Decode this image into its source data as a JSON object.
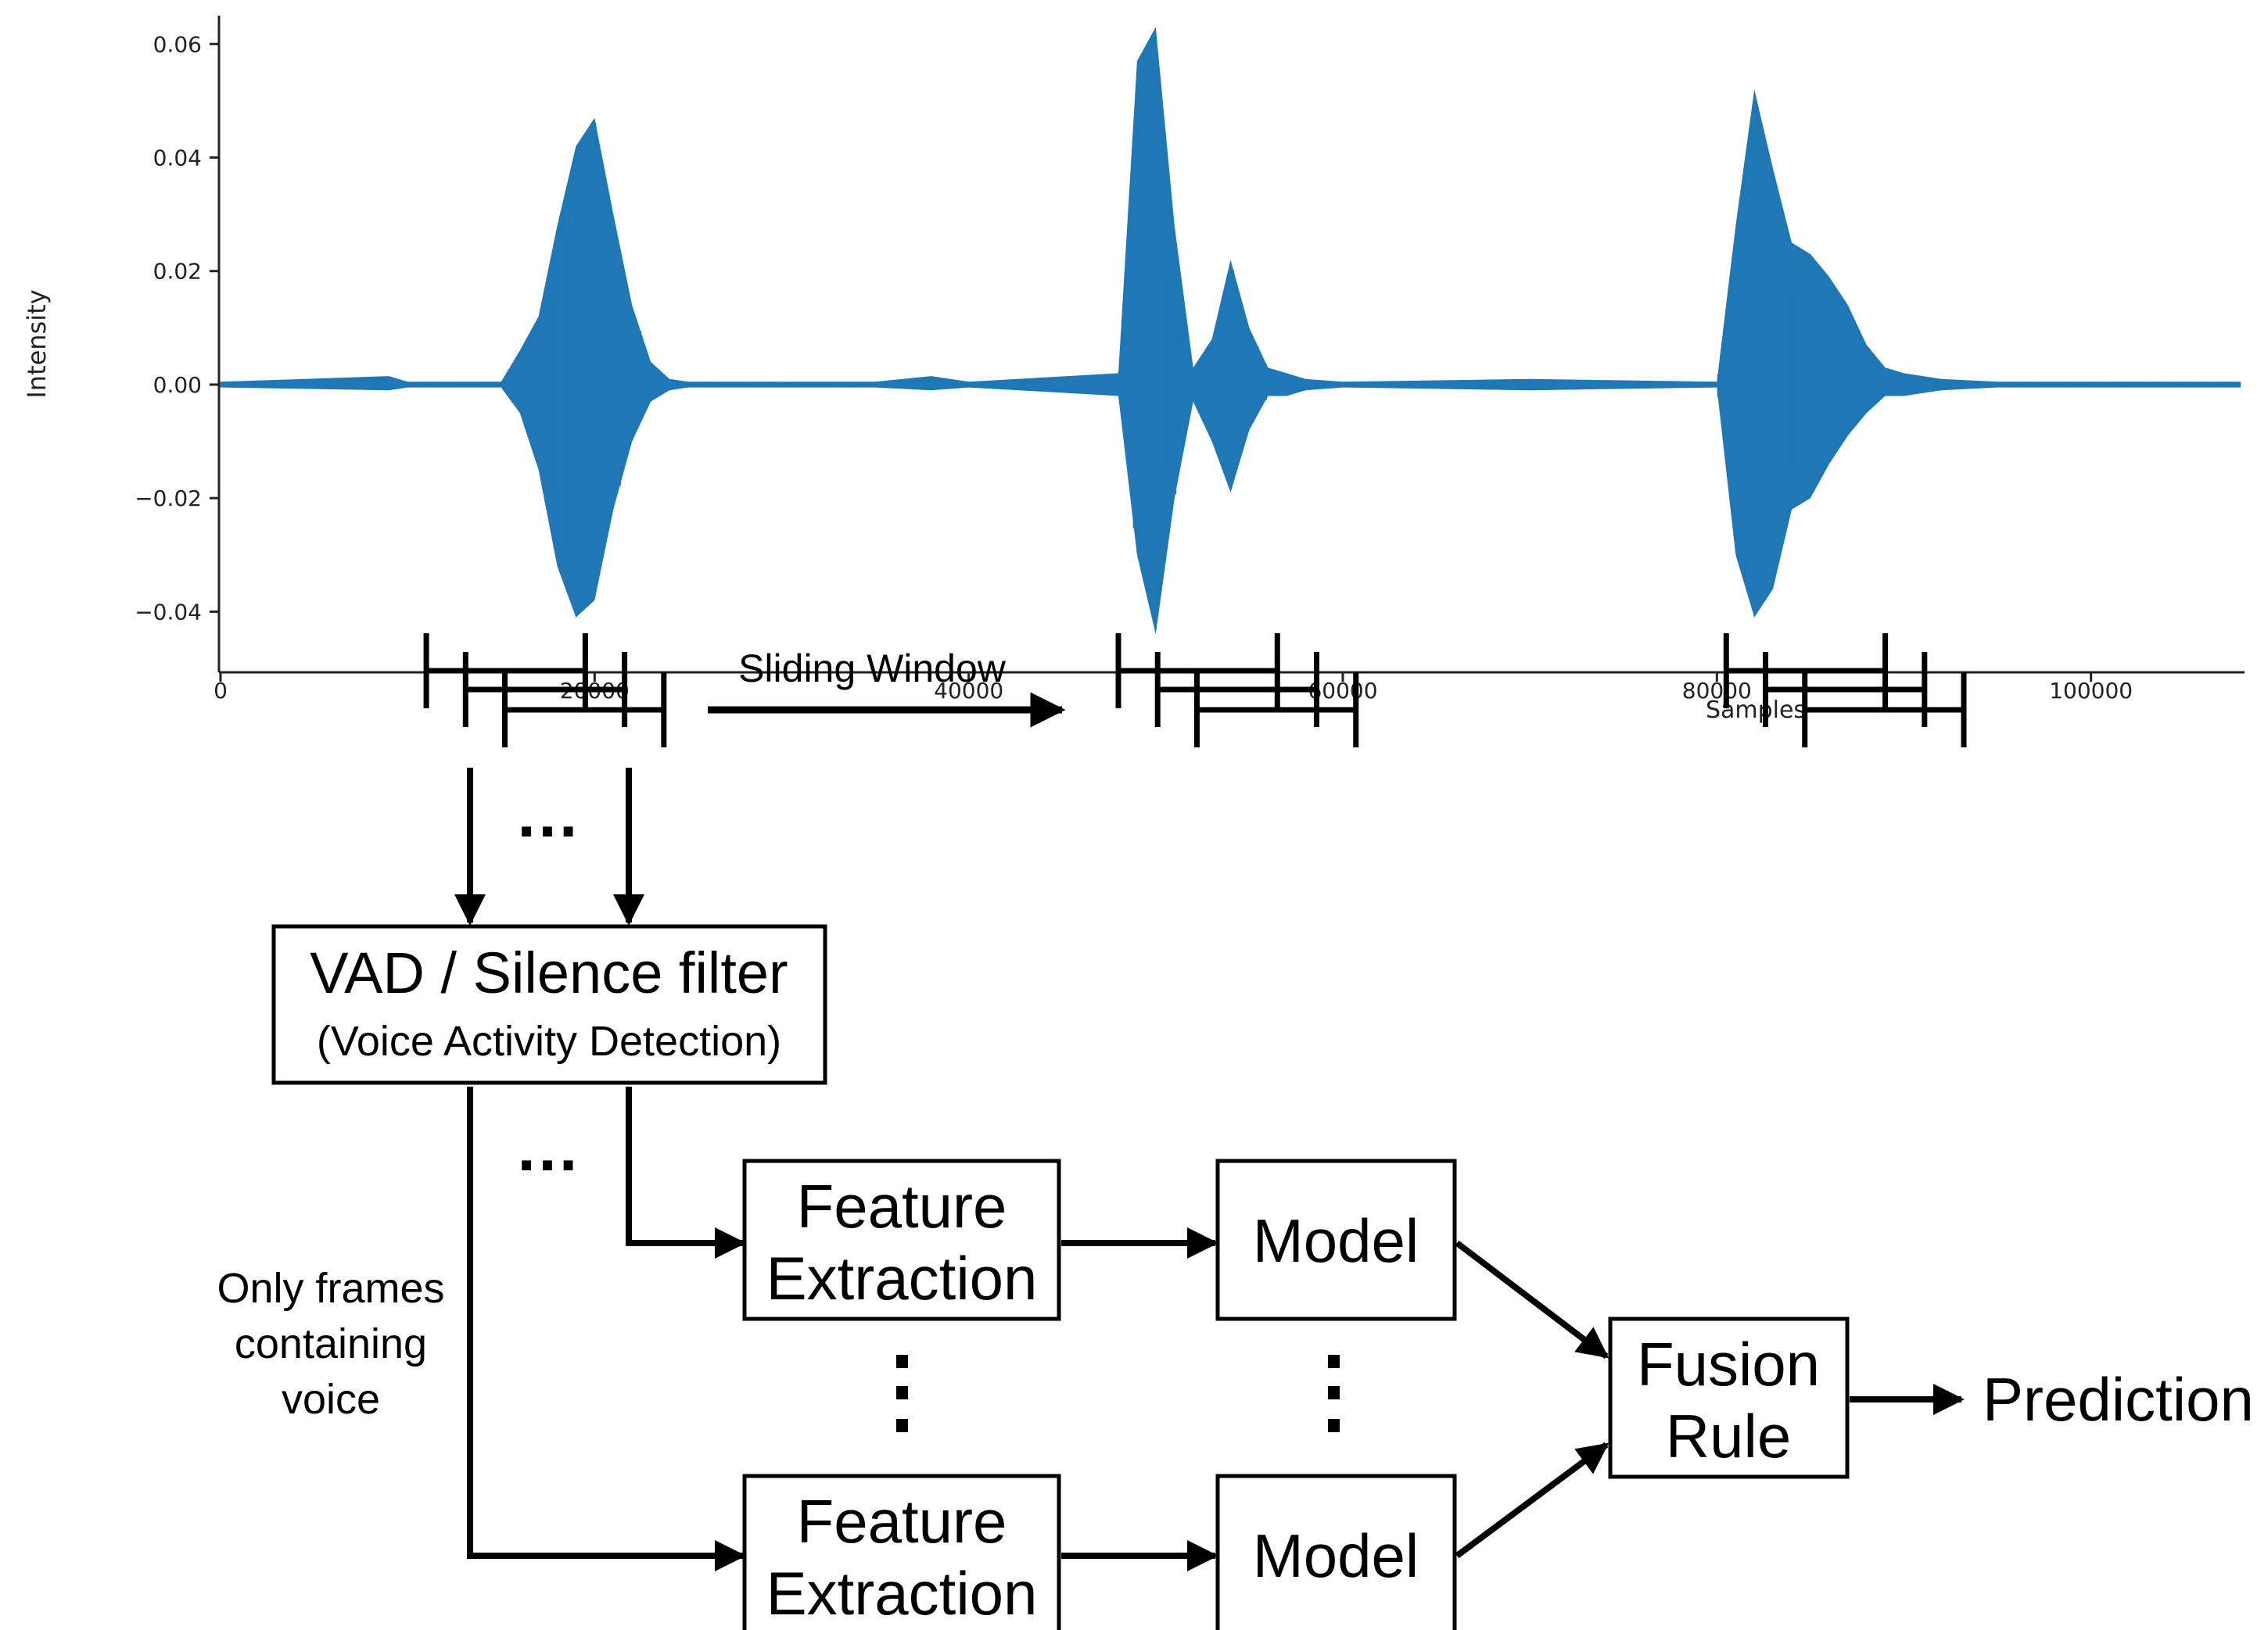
{
  "colors": {
    "waveform": "#1f77b4",
    "ink": "#000000",
    "axis_text": "#222222",
    "background": "#ffffff"
  },
  "chart_data": {
    "type": "line",
    "title": "",
    "xlabel": "Samples",
    "ylabel": "Intensity",
    "xlim": [
      0,
      108000
    ],
    "ylim": [
      -0.05,
      0.065
    ],
    "x_ticks": [
      0,
      20000,
      40000,
      60000,
      80000,
      100000
    ],
    "x_tick_labels": [
      "0",
      "20000",
      "40000",
      "60000",
      "80000",
      "100000"
    ],
    "y_ticks": [
      0.06,
      0.04,
      0.02,
      0.0,
      -0.02,
      -0.04
    ],
    "y_tick_labels": [
      "0.06",
      "0.04",
      "0.02",
      "0.00",
      "−0.02",
      "−0.04"
    ],
    "grid": false,
    "legend": "none",
    "series": [
      {
        "x": [
          0,
          9000,
          10000,
          15000,
          16000,
          17000,
          18000,
          19000,
          20000,
          21000,
          22000,
          23000,
          24000,
          25000,
          35000,
          38000,
          40000,
          48000,
          49000,
          50000,
          51000,
          52000,
          53000,
          54000,
          55000,
          56000,
          57000,
          58000,
          60000,
          70000,
          80000,
          81000,
          82000,
          83000,
          84000,
          85000,
          86000,
          87000,
          88000,
          89000,
          90000,
          92000,
          95000,
          108000
        ],
        "upper": [
          0.0005,
          0.0015,
          0.0005,
          0.0005,
          0.006,
          0.012,
          0.028,
          0.042,
          0.047,
          0.03,
          0.014,
          0.004,
          0.001,
          0.0005,
          0.0005,
          0.0015,
          0.0005,
          0.002,
          0.057,
          0.063,
          0.028,
          0.003,
          0.008,
          0.022,
          0.01,
          0.003,
          0.002,
          0.001,
          0.0005,
          0.001,
          0.0005,
          0.028,
          0.052,
          0.038,
          0.025,
          0.023,
          0.019,
          0.014,
          0.007,
          0.003,
          0.002,
          0.001,
          0.0005,
          0.0005
        ],
        "lower": [
          -0.0005,
          -0.001,
          -0.0005,
          -0.0005,
          -0.005,
          -0.015,
          -0.032,
          -0.041,
          -0.038,
          -0.022,
          -0.01,
          -0.003,
          -0.001,
          -0.0005,
          -0.0005,
          -0.001,
          -0.0005,
          -0.002,
          -0.03,
          -0.044,
          -0.02,
          -0.003,
          -0.01,
          -0.019,
          -0.008,
          -0.002,
          -0.002,
          -0.001,
          -0.0005,
          -0.001,
          -0.0005,
          -0.03,
          -0.041,
          -0.036,
          -0.022,
          -0.02,
          -0.014,
          -0.009,
          -0.005,
          -0.002,
          -0.002,
          -0.001,
          -0.0005,
          -0.0005
        ]
      }
    ],
    "window_groups": [
      {
        "start": 11000,
        "window": 8500,
        "step": 2100,
        "count": 3
      },
      {
        "start": 48000,
        "window": 8500,
        "step": 2100,
        "count": 3
      },
      {
        "start": 80500,
        "window": 8500,
        "step": 2100,
        "count": 3
      }
    ]
  },
  "diagram": {
    "sliding_window_label": "Sliding Window",
    "ellipsis_h": "…",
    "vad": {
      "line1": "VAD / Silence filter",
      "line2": "(Voice Activity Detection)"
    },
    "only_frames": [
      "Only frames",
      "containing",
      "voice"
    ],
    "feature_extraction": [
      "Feature",
      "Extraction"
    ],
    "model": "Model",
    "fusion": [
      "Fusion",
      "Rule"
    ],
    "prediction": "Prediction"
  }
}
